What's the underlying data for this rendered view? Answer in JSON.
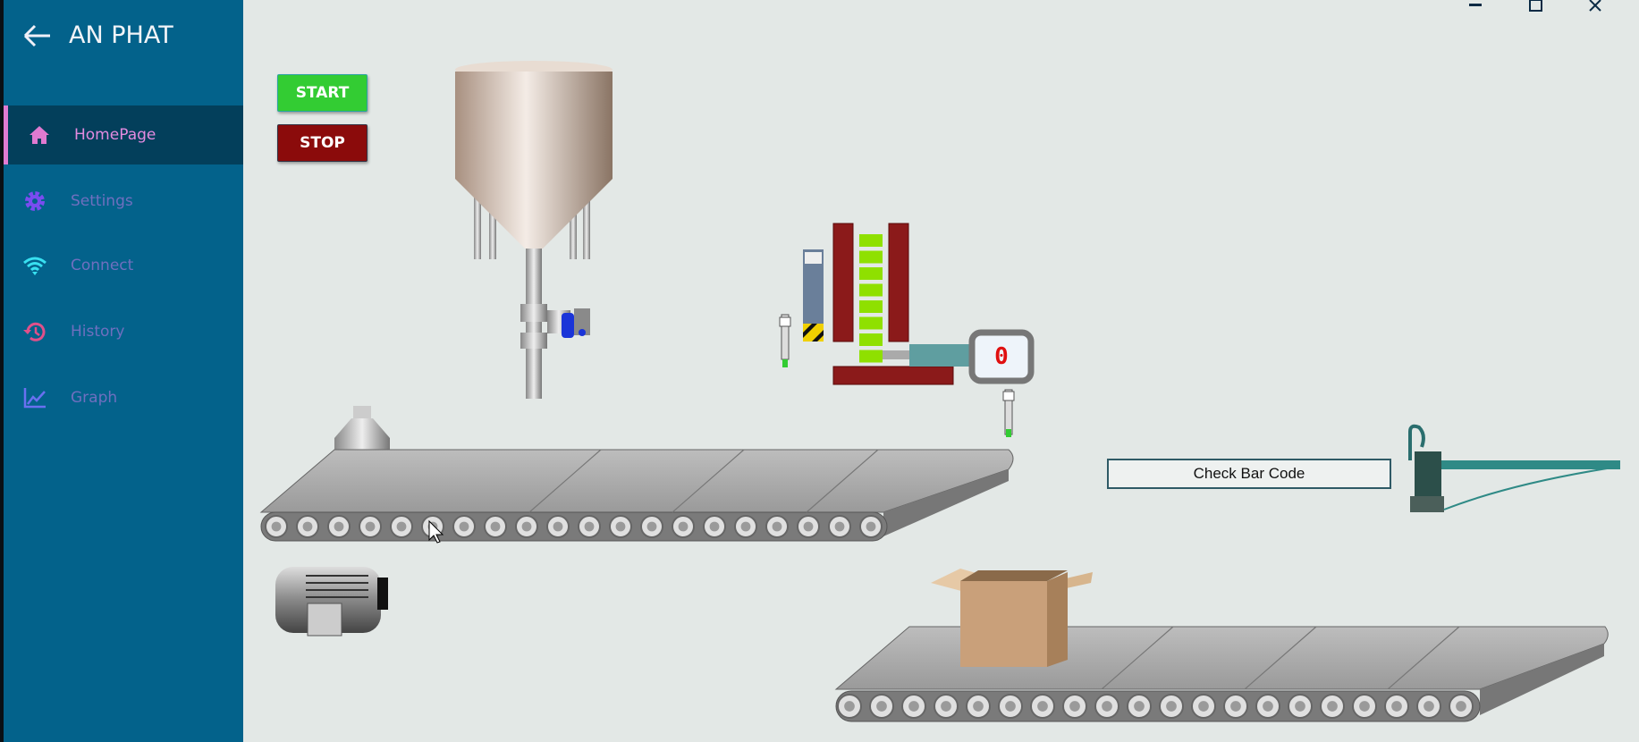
{
  "app": {
    "title": "AN PHAT",
    "back_icon": "arrow-left-icon"
  },
  "window": {
    "minimize": "minimize-icon",
    "maximize": "maximize-icon",
    "close": "close-icon"
  },
  "nav": [
    {
      "label": "HomePage",
      "icon": "home-icon",
      "color": "#e07ad0",
      "active": true
    },
    {
      "label": "Settings",
      "icon": "gear-icon",
      "color": "#7a4cf0",
      "active": false
    },
    {
      "label": "Connect",
      "icon": "wifi-icon",
      "color": "#38e0f0",
      "active": false
    },
    {
      "label": "History",
      "icon": "history-icon",
      "color": "#e0508a",
      "active": false
    },
    {
      "label": "Graph",
      "icon": "chart-line-icon",
      "color": "#6a70f0",
      "active": false
    }
  ],
  "controls": {
    "start_label": "START",
    "stop_label": "STOP",
    "start_color": "#33cc33",
    "stop_color": "#8b0b0b"
  },
  "counter": {
    "value": "0"
  },
  "barcode": {
    "label": "Check Bar Code"
  }
}
